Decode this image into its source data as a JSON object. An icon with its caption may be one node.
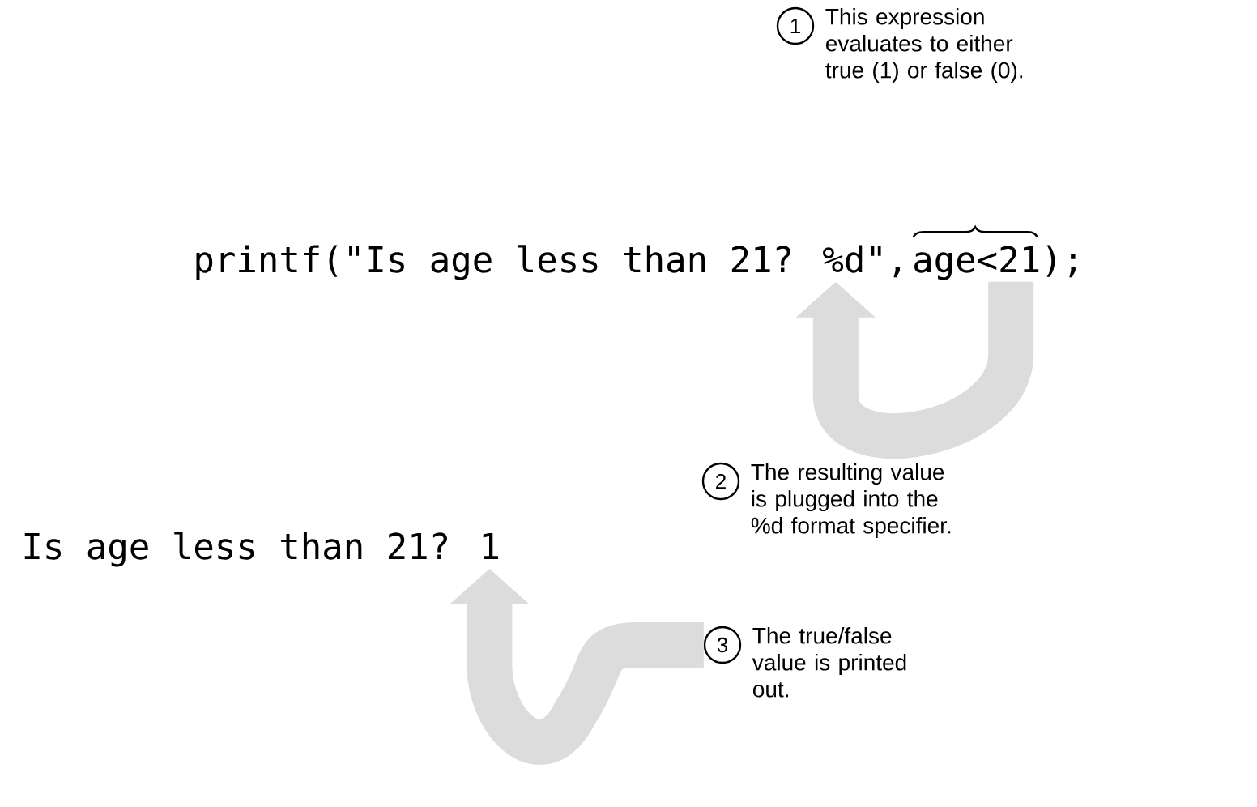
{
  "diagram": {
    "nodes": [
      {
        "text": [
          "1"
        ],
        "beside": [
          "This expression evaluates to either true (1) or false (0)."
        ]
      },
      {
        "text": [
          "printf(\"Is age less than 21? %d\","
        ]
      },
      {
        "text": [
          "age<21);"
        ]
      },
      {
        "text": [
          "2"
        ],
        "beside": [
          "The resulting value is plugged into the %d format specifier."
        ]
      },
      {
        "text": [
          "3"
        ],
        "beside": [
          "The true/false value is printed out."
        ]
      },
      {
        "text": [
          "Is age less than 21? 1"
        ]
      }
    ],
    "edges": [
      {
        "from": 2,
        "to": 1,
        "arrow": "to"
      },
      {
        "from": 4,
        "to": 5,
        "arrow": "to"
      }
    ]
  }
}
